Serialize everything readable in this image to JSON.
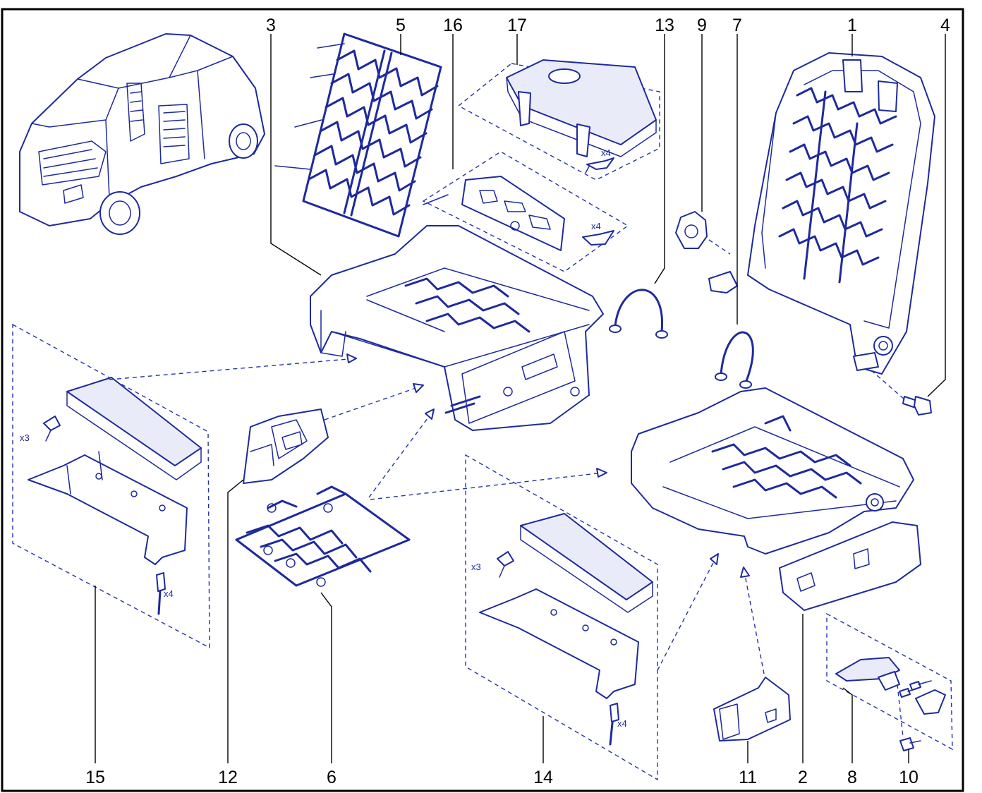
{
  "figure": {
    "callouts": {
      "n1": "1",
      "n2": "2",
      "n3": "3",
      "n4": "4",
      "n5": "5",
      "n6": "6",
      "n7": "7",
      "n8": "8",
      "n9": "9",
      "n10": "10",
      "n11": "11",
      "n12": "12",
      "n13": "13",
      "n14": "14",
      "n15": "15",
      "n16": "16",
      "n17": "17"
    },
    "quantities": {
      "cover_rivets": "x4",
      "bracket_rivets": "x4",
      "left_clips": "x3",
      "left_pins": "x4",
      "right_clips": "x3",
      "right_pins": "x4"
    },
    "colors": {
      "line": "#1e2a9c",
      "dash": "#2233aa",
      "text": "#000000"
    }
  }
}
